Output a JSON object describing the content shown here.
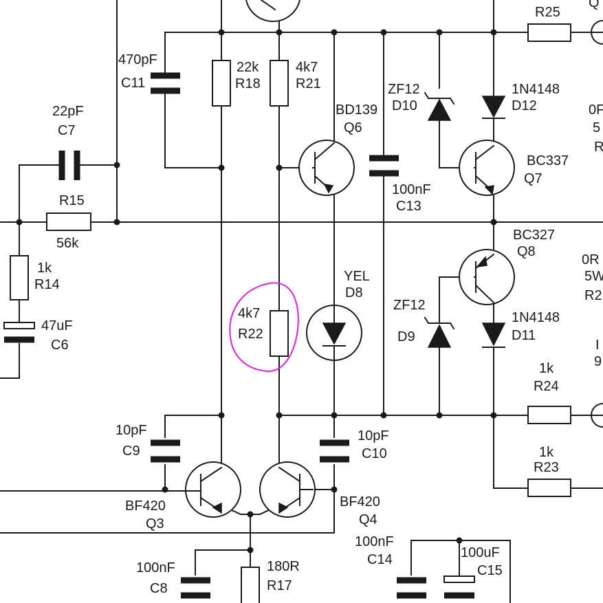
{
  "labels": {
    "q_top_right": "Q",
    "r25": "R25",
    "c11_val": "470pF",
    "c11_ref": "C11",
    "r18_val": "22k",
    "r18_ref": "R18",
    "r21_val": "4k7",
    "r21_ref": "R21",
    "d10_val": "ZF12",
    "d10_ref": "D10",
    "d12_val": "1N4148",
    "d12_ref": "D12",
    "c7_val": "22pF",
    "c7_ref": "C7",
    "q6_val": "BD139",
    "q6_ref": "Q6",
    "q7_val": "BC337",
    "q7_ref": "Q7",
    "c13_val": "100nF",
    "c13_ref": "C13",
    "r15_ref": "R15",
    "r15_val": "56k",
    "r14_val": "1k",
    "r14_ref": "R14",
    "q8_val": "BC327",
    "q8_ref": "Q8",
    "d8_val": "YEL",
    "d8_ref": "D8",
    "r22_val": "4k7",
    "r22_ref": "R22",
    "d9_val": "ZF12",
    "d9_ref": "D9",
    "d11_val": "1N4148",
    "d11_ref": "D11",
    "c6_val": "47uF",
    "c6_ref": "C6",
    "r24_val": "1k",
    "r24_ref": "R24",
    "c9_val": "10pF",
    "c9_ref": "C9",
    "c10_val": "10pF",
    "c10_ref": "C10",
    "r23_val": "1k",
    "r23_ref": "R23",
    "q3_val": "BF420",
    "q3_ref": "Q3",
    "q4_val": "BF420",
    "q4_ref": "Q4",
    "c14_val": "100nF",
    "c14_ref": "C14",
    "c15_val": "100uF",
    "c15_ref": "C15",
    "c8_val": "100nF",
    "c8_ref": "C8",
    "r17_val": "180R",
    "r17_ref": "R17",
    "edge_0r_top": "0F",
    "edge_5_top": "5",
    "edge_r_top": "R",
    "edge_0r_mid": "0R",
    "edge_5w_mid": "5W",
    "edge_r2_mid": "R2",
    "edge_i": "I",
    "edge_9": "9"
  },
  "annotation": {
    "color": "#e020e0",
    "target": "R22"
  }
}
